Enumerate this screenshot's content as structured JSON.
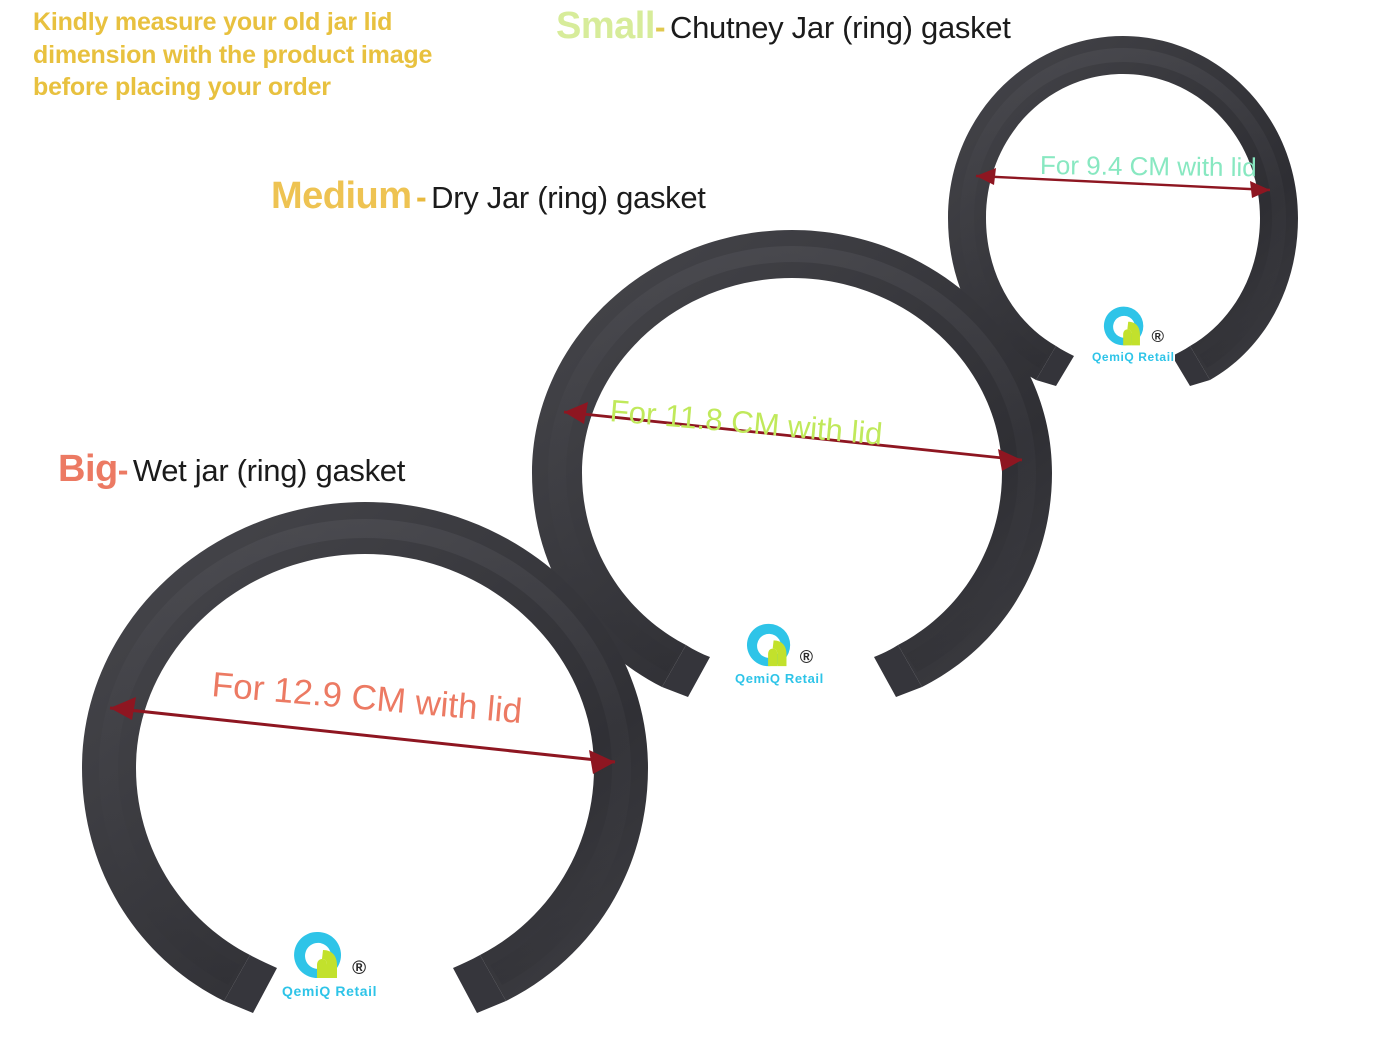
{
  "background_color": "#ffffff",
  "note": {
    "text": "Kindly measure your old jar lid dimension with the product image before placing your order",
    "color": "#e8c13f"
  },
  "products": [
    {
      "id": "small",
      "size_label": "Small",
      "size_color": "#d7ec9a",
      "dash": "-",
      "description": "Chutney Jar (ring) gasket",
      "description_color": "#1b1b1b",
      "measurement": "For 9.4 CM with lid",
      "measurement_value_cm": 9.4,
      "measurement_color": "#88e8c1",
      "arrow_color": "#8e1621",
      "ring_color": "#3a3a3e"
    },
    {
      "id": "medium",
      "size_label": "Medium",
      "size_color": "#eec352",
      "dash": "-",
      "description": "Dry Jar (ring) gasket",
      "description_color": "#1b1b1b",
      "measurement": "For 11.8 CM with lid",
      "measurement_value_cm": 11.8,
      "measurement_color": "#c0e95b",
      "arrow_color": "#8e1621",
      "ring_color": "#3a3a3e"
    },
    {
      "id": "big",
      "size_label": "Big",
      "size_color": "#ec7a63",
      "dash": "-",
      "description": "Wet jar (ring) gasket",
      "description_color": "#1b1b1b",
      "measurement": "For 12.9 CM with lid",
      "measurement_value_cm": 12.9,
      "measurement_color": "#ec7a63",
      "arrow_color": "#8e1621",
      "ring_color": "#3a3a3e"
    }
  ],
  "watermark": {
    "brand_text": "QemiQ Retail",
    "registered_symbol": "®",
    "logo_icon": "qemiq-q-logo-icon",
    "brand_color": "#2ec4e8",
    "accent_color": "#c2e12c"
  }
}
